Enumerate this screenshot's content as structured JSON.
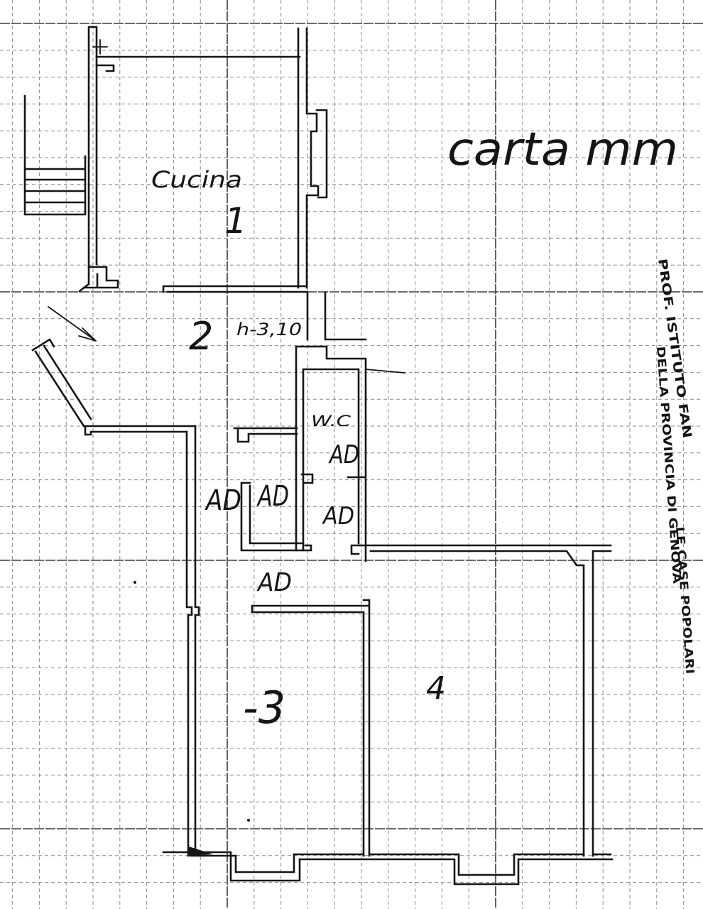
{
  "colors": {
    "ink": "#151515",
    "paper": "#ffffff",
    "grid": "#8a8a8a",
    "grid_major": "#3c3c3c"
  },
  "labels": {
    "kitchen": "Cucina",
    "room_1": "1",
    "room_2": "2",
    "ceiling_height": "h-3,10",
    "wc": "W.C",
    "room_3": "-3",
    "room_4": "4",
    "paper_note": "carta mm",
    "ad": [
      "AD",
      "AD",
      "AD",
      "AD",
      "AD"
    ]
  },
  "stamp": {
    "line1_start": "PROF. ISTITUTO FAN",
    "line1_end": "LE CASE POPOLARI",
    "line2": "DELLA PROVINCIA DI GENOVA"
  }
}
